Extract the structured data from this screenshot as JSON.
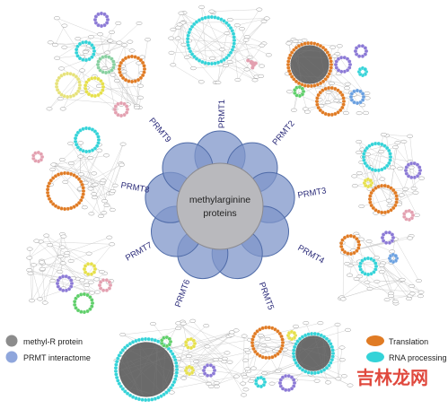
{
  "center": {
    "line1": "methylarginine",
    "line2": "proteins",
    "fill": "#b9b9bd",
    "petal_fill": "#7f96c9",
    "petal_stroke": "#4f6ba8",
    "petal_count": 9
  },
  "prmt_labels": [
    {
      "text": "PRMT1",
      "rotate": -90
    },
    {
      "text": "PRMT2",
      "rotate": -50
    },
    {
      "text": "PRMT3",
      "rotate": -10
    },
    {
      "text": "PRMT4",
      "rotate": 30
    },
    {
      "text": "PRMT5",
      "rotate": 70
    },
    {
      "text": "PRMT6",
      "rotate": -70
    },
    {
      "text": "PRMT7",
      "rotate": -30
    },
    {
      "text": "PRMT8",
      "rotate": 10
    },
    {
      "text": "PRMT9",
      "rotate": 50
    }
  ],
  "label_color": "#2c2c7a",
  "legend": {
    "left": [
      {
        "label": "methyl-R protein",
        "color": "#8c8c8c"
      },
      {
        "label": "PRMT interactome",
        "color": "#8fa6dc"
      }
    ],
    "right": [
      {
        "label": "Translation",
        "color": "#e07b24"
      },
      {
        "label": "RNA processing",
        "color": "#34d3d8"
      }
    ]
  },
  "watermark": "吉林龙网",
  "watermark_color": "#e0483d"
}
